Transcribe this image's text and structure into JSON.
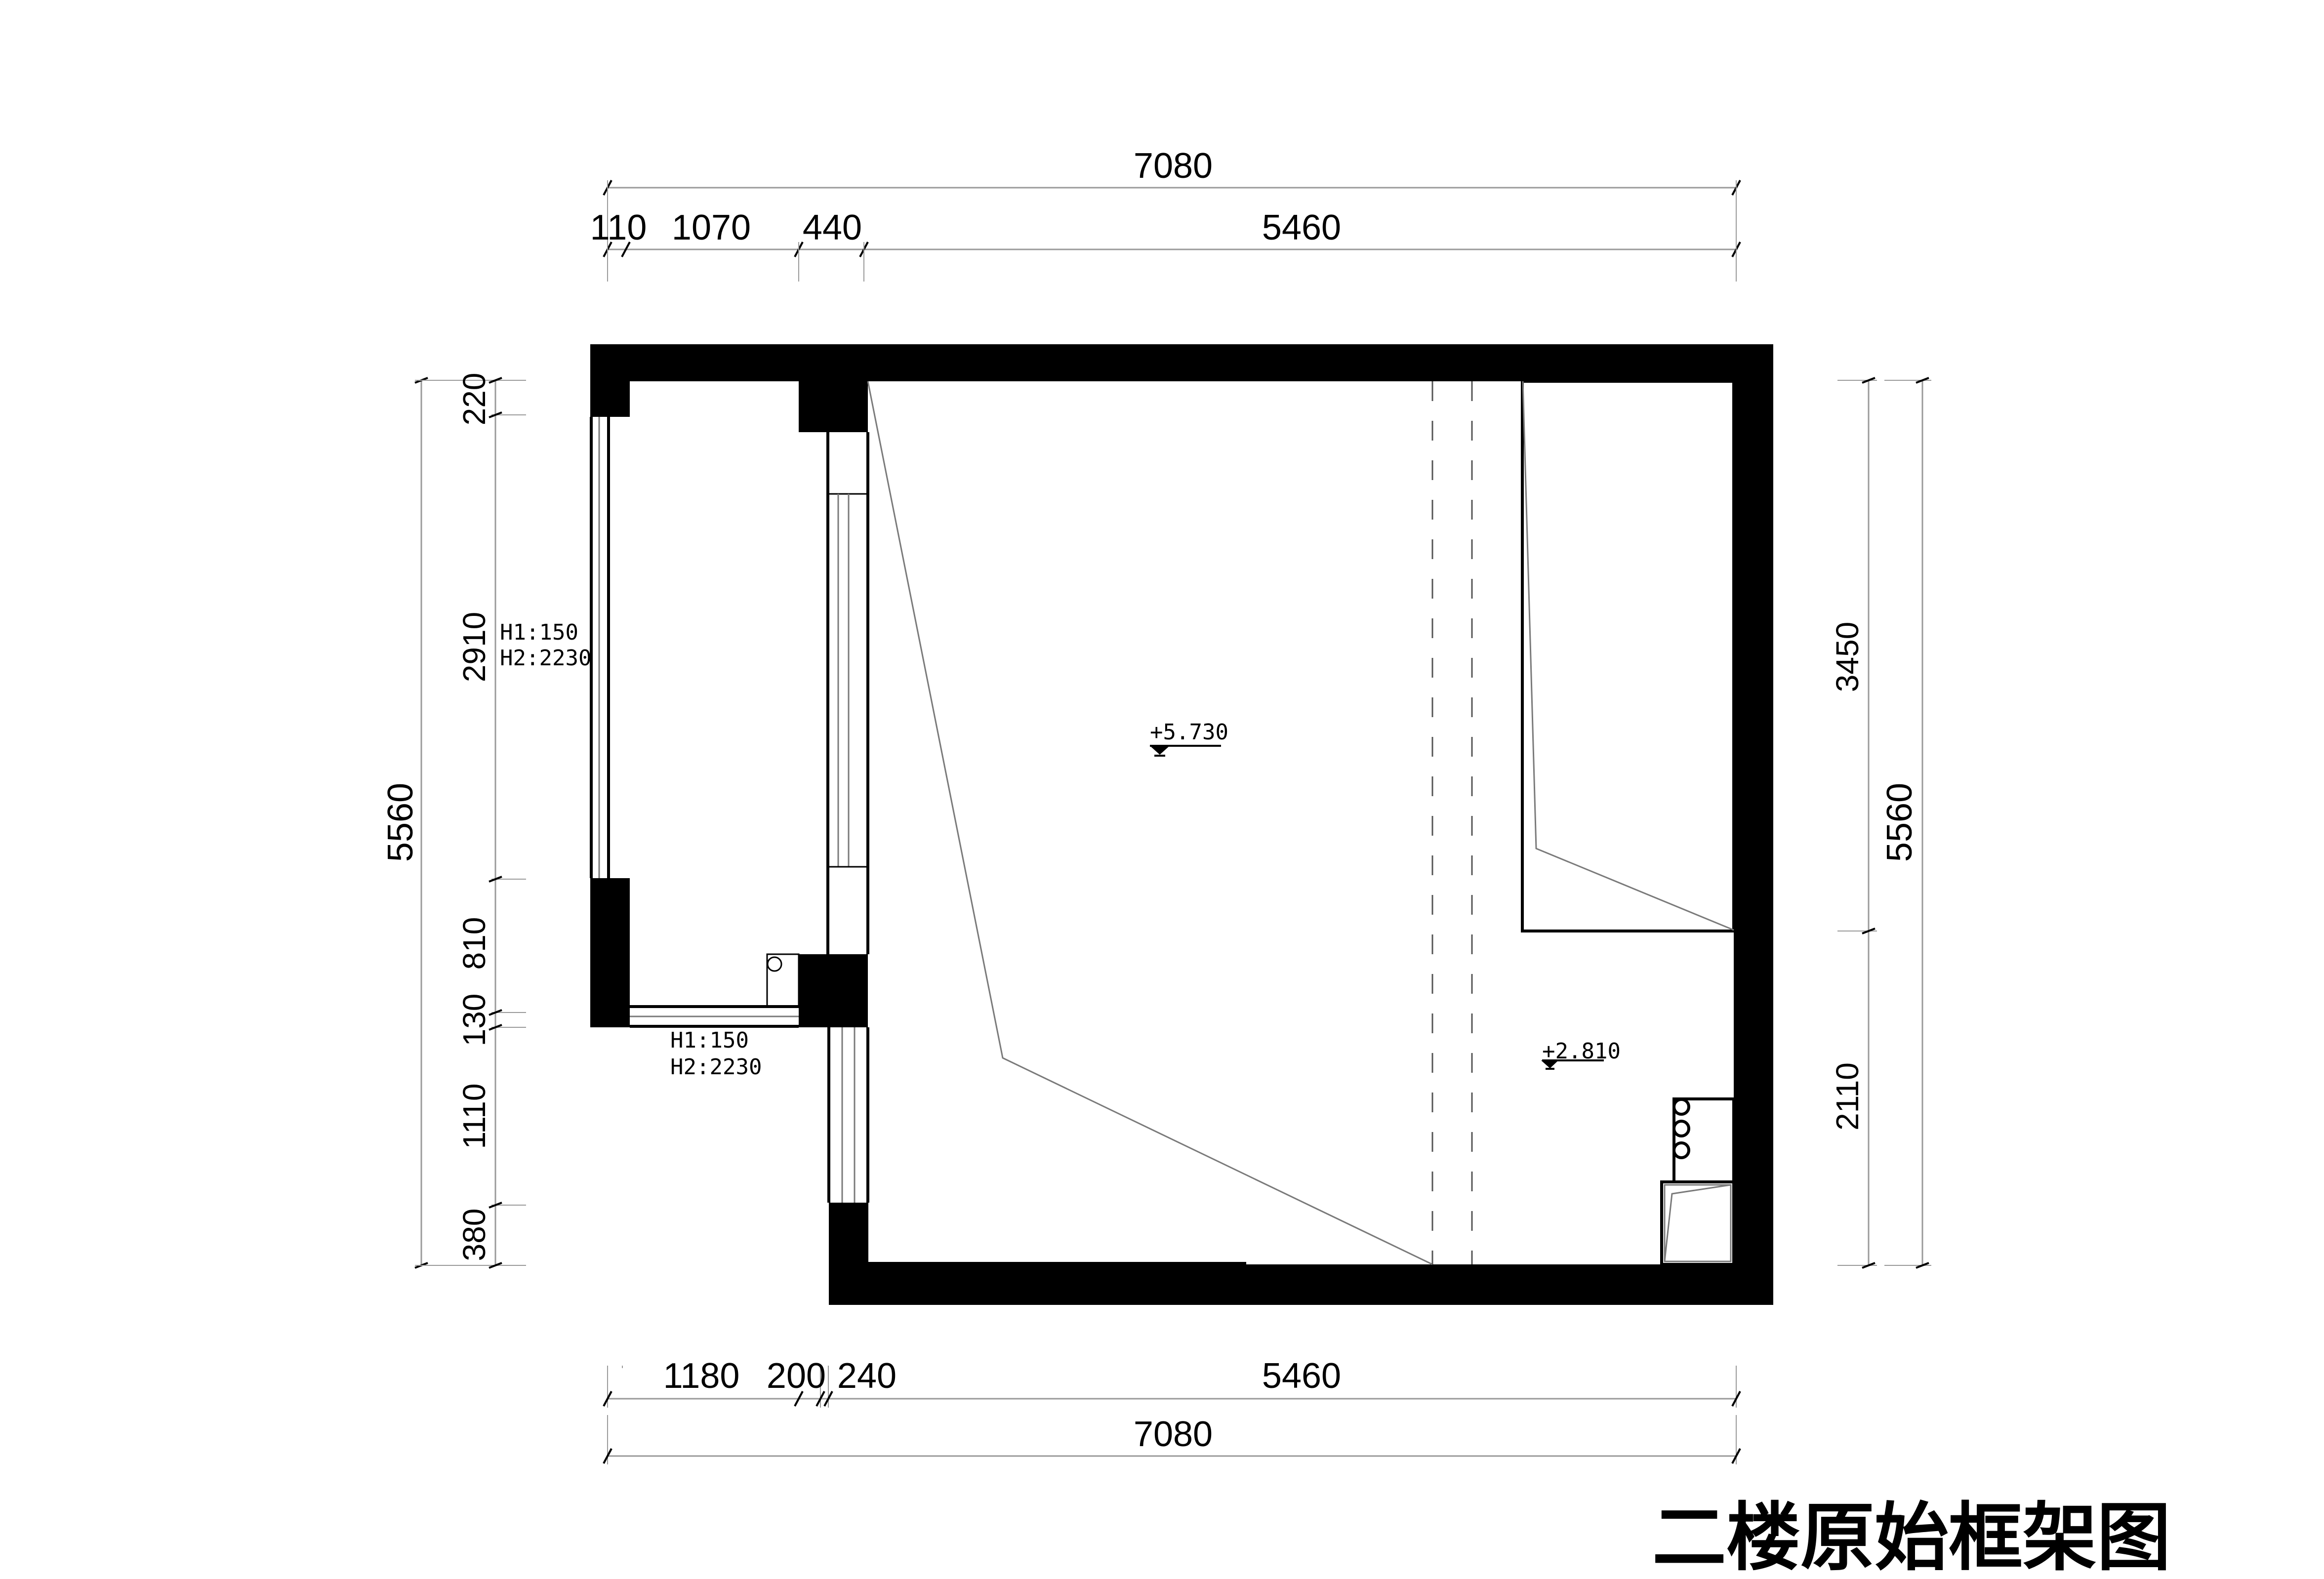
{
  "drawing": {
    "title": "二楼原始框架图",
    "background": "#ffffff",
    "wall_color": "#000000"
  },
  "dimensions": {
    "top": {
      "overall": "7080",
      "segments": [
        "110",
        "1070",
        "440",
        "5460"
      ]
    },
    "bottom": {
      "segments": [
        "1180",
        "200",
        "240",
        "5460"
      ],
      "overall": "7080"
    },
    "left": {
      "overall": "5560",
      "segments": [
        "220",
        "2910",
        "810",
        "130",
        "1110",
        "380"
      ]
    },
    "right": {
      "segments": [
        "3450",
        "2110"
      ],
      "overall": "5560"
    }
  },
  "annotations": {
    "window_left": {
      "h1": "H1:150",
      "h2": "H2:2230"
    },
    "window_bottom": {
      "h1": "H1:150",
      "h2": "H2:2230"
    }
  },
  "elevations": {
    "main_room": "+5.730",
    "lower_area": "+2.810"
  }
}
